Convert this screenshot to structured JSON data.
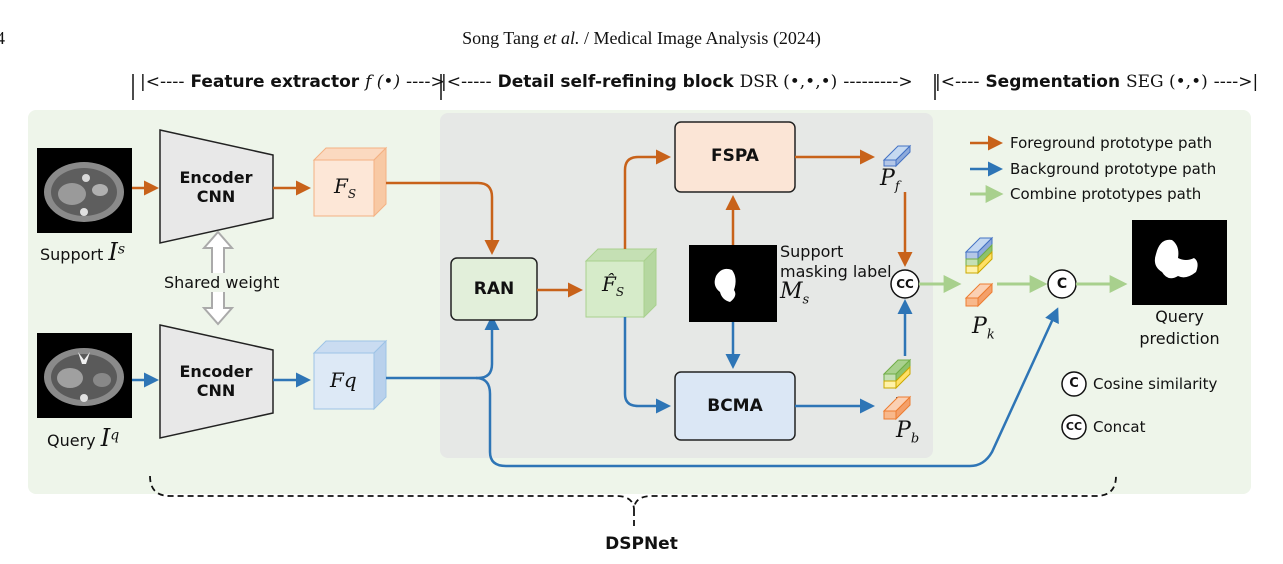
{
  "header": {
    "page_number": "4",
    "running_head_authors": "Song Tang ",
    "running_head_etal": "et al.",
    "running_head_journal": " / Medical Image Analysis (2024)"
  },
  "sections": {
    "feature_extractor": {
      "label": "Feature extractor",
      "notation": "f (•)"
    },
    "detail_refining": {
      "label": "Detail self-refining block",
      "notation": "DSR (•,•,•)"
    },
    "segmentation": {
      "label": "Segmentation",
      "notation": "SEG (•,•)"
    }
  },
  "inputs": {
    "support_label": "Support",
    "support_symbol": "I",
    "support_sup": "s",
    "query_label": "Query",
    "query_symbol": "I",
    "query_sup": "q"
  },
  "encoders": {
    "top_line1": "Encoder",
    "top_line2": "CNN",
    "bottom_line1": "Encoder",
    "bottom_line2": "CNN",
    "shared_weight": "Shared weight"
  },
  "features": {
    "fs": "F",
    "fs_sub": "S",
    "fq": "Fq",
    "fs_hat": "F̂",
    "fs_hat_sub": "S"
  },
  "blocks": {
    "ran": "RAN",
    "fspa": "FSPA",
    "bcma": "BCMA"
  },
  "mask": {
    "line1": "Support",
    "line2": "masking label",
    "symbol": "M",
    "sub": "s"
  },
  "prototypes": {
    "pf": "P",
    "pf_sub": "f",
    "pb": "P",
    "pb_sub": "b",
    "pk": "P",
    "pk_sub": "k"
  },
  "ops": {
    "concat_symbol": "CC",
    "cosine_symbol": "C"
  },
  "output": {
    "line1": "Query",
    "line2": "prediction"
  },
  "legend": {
    "foreground": "Foreground prototype path",
    "background": "Background prototype path",
    "combine": "Combine prototypes path",
    "cosine": "Cosine similarity",
    "concat": "Concat"
  },
  "colors": {
    "foreground_path": "#c8621a",
    "background_path": "#2e75b6",
    "combine_path": "#a8d08d",
    "panel_bg": "#eef5ea",
    "dsr_bg": "#e6e8e6",
    "fspa_fill": "#fbe5d6",
    "bcma_fill": "#dbe7f5",
    "ran_fill": "#e2efda"
  },
  "footer": {
    "network_name": "DSPNet"
  }
}
